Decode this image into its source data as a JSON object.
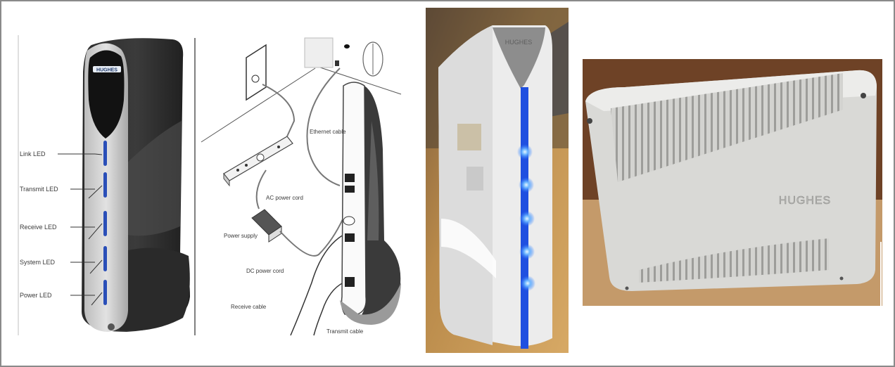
{
  "figure": {
    "border_color": "#8a8a8a",
    "background": "#ffffff",
    "panels": [
      {
        "id": "modem-front-drawing",
        "kind": "illustration",
        "brand_text": "HUGHES",
        "led_color": "#2a4fb8",
        "led_labels": [
          "Link LED",
          "Transmit LED",
          "Receive LED",
          "System LED",
          "Power LED"
        ]
      },
      {
        "id": "installation-diagram",
        "kind": "line-drawing",
        "callouts": {
          "ethernet": "Ethernet cable",
          "ac_power": "AC power cord",
          "power_supply": "Power supply",
          "dc_power": "DC power cord",
          "receive": "Receive cable",
          "transmit": "Transmit cable"
        }
      },
      {
        "id": "modem-front-photo",
        "kind": "photo",
        "brand_text": "HUGHES",
        "led_count": 5,
        "led_color": "#2f7bff",
        "bar_color": "#1f4fe0",
        "background_tone": "#b98a4a"
      },
      {
        "id": "modem-side-photo",
        "kind": "photo",
        "brand_text": "HUGHES",
        "case_color": "#d9d9d6",
        "background_wall": "#7a4a2a",
        "background_box": "#c49a6a"
      }
    ]
  }
}
